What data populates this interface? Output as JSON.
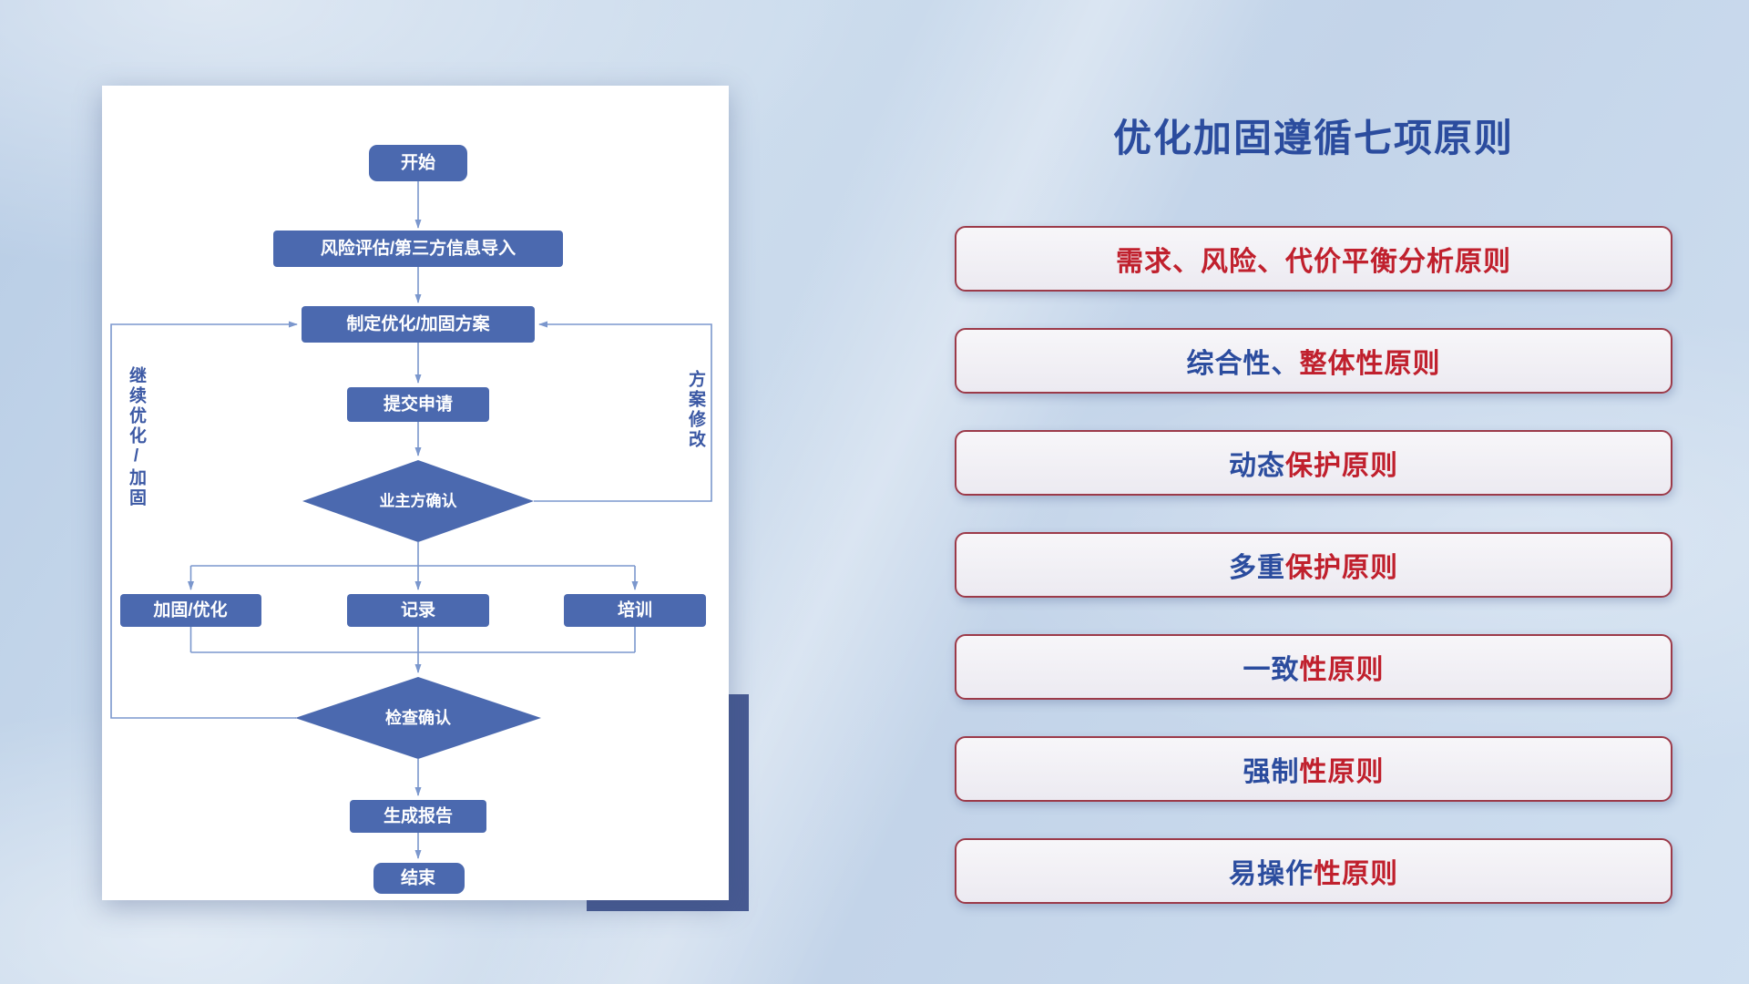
{
  "slide": {
    "background_colors": {
      "base_from": "#b7cce5",
      "base_to": "#cfdff0",
      "accent_rect": "#475a92"
    }
  },
  "flowchart": {
    "nodes": {
      "start": "开始",
      "risk_import": "风险评估/第三方信息导入",
      "make_plan": "制定优化/加固方案",
      "submit": "提交申请",
      "owner_confirm": "业主方确认",
      "reinforce": "加固/优化",
      "record": "记录",
      "training": "培训",
      "check_confirm": "检查确认",
      "report": "生成报告",
      "end": "结束"
    },
    "edge_labels": {
      "left_loop": "继续优化/加固",
      "right_loop": "方案修改"
    },
    "colors": {
      "node_fill": "#4b69af",
      "node_text": "#ffffff",
      "line": "#7b97cd",
      "label_text": "#3b58a4"
    }
  },
  "principles": {
    "title": "优化加固遵循七项原则",
    "colors": {
      "title": "#2b4c9e",
      "red": "#c0202d",
      "blue": "#2b4c9e",
      "card_border": "#9c3a49",
      "card_bg": "#f2f1f5"
    },
    "items": [
      {
        "segments": [
          {
            "text": "需求、风险、代价平衡分析原则",
            "color": "red"
          }
        ]
      },
      {
        "segments": [
          {
            "text": "综合性、",
            "color": "blue"
          },
          {
            "text": "整体性原则",
            "color": "red"
          }
        ]
      },
      {
        "segments": [
          {
            "text": "动态",
            "color": "blue"
          },
          {
            "text": "保护原则",
            "color": "red"
          }
        ]
      },
      {
        "segments": [
          {
            "text": "多重",
            "color": "blue"
          },
          {
            "text": "保护原则",
            "color": "red"
          }
        ]
      },
      {
        "segments": [
          {
            "text": "一致",
            "color": "blue"
          },
          {
            "text": "性原则",
            "color": "red"
          }
        ]
      },
      {
        "segments": [
          {
            "text": "强制",
            "color": "blue"
          },
          {
            "text": "性原则",
            "color": "red"
          }
        ]
      },
      {
        "segments": [
          {
            "text": "易操作",
            "color": "blue"
          },
          {
            "text": "性原则",
            "color": "red"
          }
        ]
      }
    ]
  }
}
